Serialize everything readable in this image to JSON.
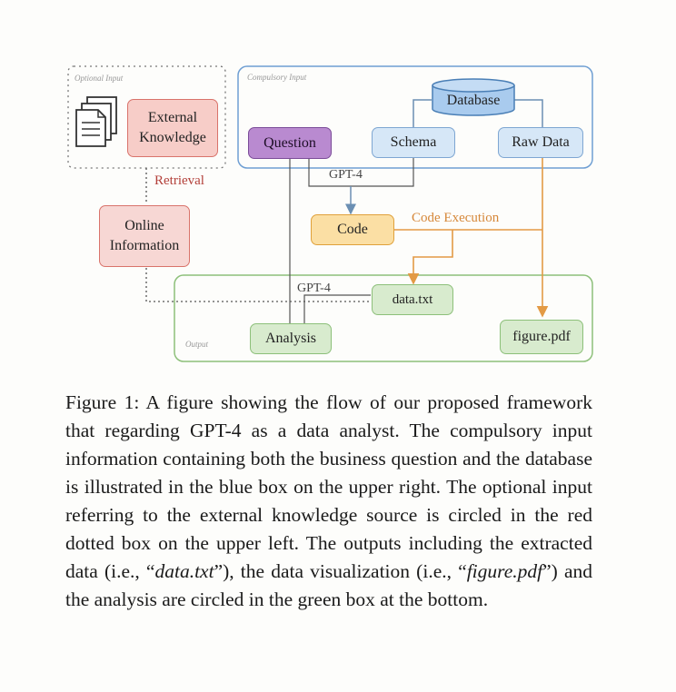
{
  "diagram": {
    "optional_group_label": "Optional Input",
    "compulsory_group_label": "Compulsory Input",
    "output_group_label": "Output",
    "nodes": {
      "external_knowledge": "External Knowledge",
      "question": "Question",
      "database": "Database",
      "schema": "Schema",
      "raw_data": "Raw Data",
      "online_information": "Online Information",
      "code": "Code",
      "data_txt": "data.txt",
      "analysis": "Analysis",
      "figure_pdf": "figure.pdf"
    },
    "edges": {
      "retrieval": "Retrieval",
      "gpt4_top": "GPT-4",
      "code_execution": "Code Execution",
      "gpt4_bottom": "GPT-4"
    }
  },
  "caption": {
    "part1": "Figure 1: A figure showing the flow of our proposed framework that regarding GPT-4 as a data analyst. The compulsory input information containing both the business question and the database is illustrated in the blue box on the upper right. The optional input referring to the external knowledge source is circled in the red dotted box on the upper left. The outputs including the extracted data (i.e., “",
    "data_file": "data.txt",
    "part2": "”), the data visualization (i.e., “",
    "figure_file": "figure.pdf",
    "part3": "”) and the analysis are circled in the green box at the bottom."
  }
}
